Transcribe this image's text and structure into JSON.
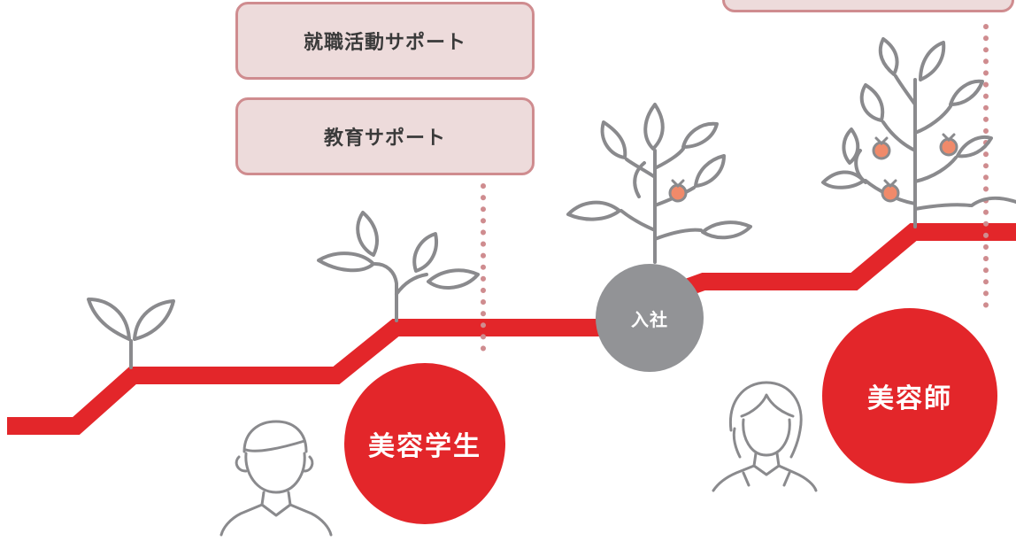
{
  "support_boxes": {
    "job_hunting": "就職活動サポート",
    "education": "教育サポート",
    "top_right": ""
  },
  "stages": {
    "student": "美容学生",
    "joining": "入社",
    "stylist": "美容師"
  },
  "colors": {
    "path_red": "#e3262a",
    "join_gray": "#929396",
    "box_fill": "#eddbdb",
    "box_border": "#cf8c8f",
    "icon_gray": "#8a8a8d",
    "fruit_orange": "#f08a6a",
    "dotted_line": "#cf8c8f"
  },
  "icons": {
    "sprout": "sprout-icon",
    "young_plant": "young-plant-icon",
    "small_tree": "small-tree-icon",
    "fruit_tree": "fruit-tree-icon",
    "male_student": "male-student-icon",
    "female_stylist": "female-stylist-icon"
  }
}
